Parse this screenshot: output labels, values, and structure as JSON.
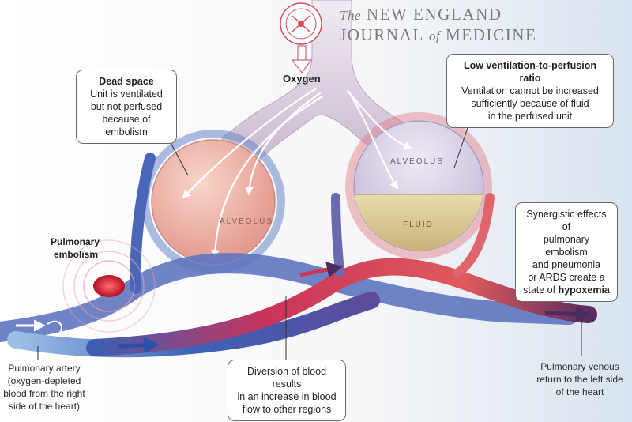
{
  "journal": {
    "line1_prefix": "The",
    "line1_main": "NEW ENGLAND",
    "line2_a": "JOURNAL",
    "line2_of": "of",
    "line2_b": "MEDICINE"
  },
  "labels": {
    "oxygen": "Oxygen",
    "alveolus_left": "ALVEOLUS",
    "alveolus_right": "ALVEOLUS",
    "fluid": "FLUID",
    "embolism_line1": "Pulmonary",
    "embolism_line2": "embolism"
  },
  "boxes": {
    "dead_space": {
      "title": "Dead space",
      "line1": "Unit is ventilated",
      "line2": "but not perfused",
      "line3": "because of embolism"
    },
    "vq": {
      "title": "Low ventilation-to-perfusion ratio",
      "line1": "Ventilation cannot be increased",
      "line2": "sufficiently because of fluid",
      "line3": "in the perfused unit"
    },
    "synergy": {
      "line1": "Synergistic effects of",
      "line2": "pulmonary embolism",
      "line3": "and pneumonia",
      "line4_prefix": "or ARDS create a",
      "line5_prefix": "state of",
      "line5_bold": "hypoxemia"
    },
    "diversion": {
      "line1": "Diversion of blood results",
      "line2": "in an increase in blood",
      "line3": "flow to other regions"
    }
  },
  "captions": {
    "artery": {
      "line1": "Pulmonary artery",
      "line2": "(oxygen-depleted",
      "line3": "blood from the right",
      "line4": "side of the heart)"
    },
    "venous": {
      "line1": "Pulmonary venous",
      "line2": "return to the left side",
      "line3": "of the heart"
    }
  },
  "colors": {
    "artery_blue": "#3a5fb6",
    "vein_red": "#d9303f",
    "alveolus_left_fill": "#f0b3a3",
    "alveolus_right_fill": "#d7d0e6",
    "fluid_fill": "#dccb97",
    "clot_red": "#d1162b"
  }
}
